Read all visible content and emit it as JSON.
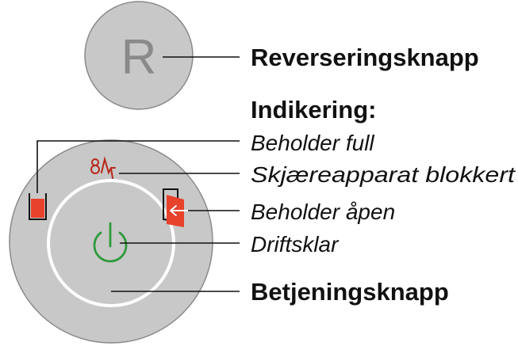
{
  "reverse_button": {
    "letter": "R",
    "label": "Reverseringsknapp"
  },
  "indicators": {
    "heading": "Indikering:",
    "bin_full": "Beholder full",
    "cutter_blocked": "Skjæreapparat blokkert",
    "bin_open": "Beholder åpen",
    "ready": "Driftsklar"
  },
  "operating_button": {
    "label": "Betjeningsknapp"
  },
  "colors": {
    "button_fill": "#c8c8c8",
    "outline": "#8a8a8a",
    "indicator_red": "#e8412c",
    "ready_green": "#2f9a3c"
  },
  "icons": [
    "letter-r",
    "bin-full-icon",
    "cutter-blocked-icon",
    "bin-open-door-icon",
    "power-icon"
  ]
}
